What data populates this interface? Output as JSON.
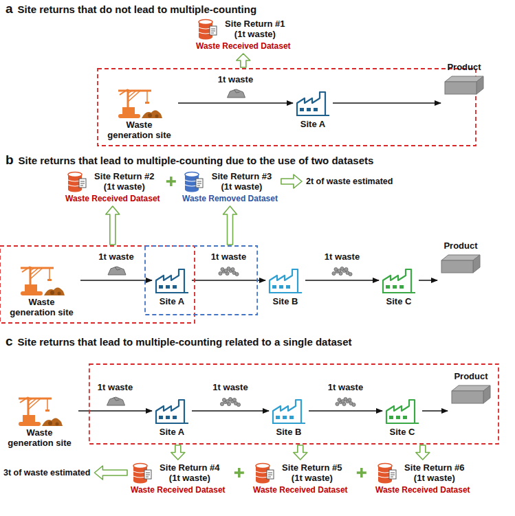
{
  "diagram": {
    "nodes": [
      {
        "text": [
          "Waste generation site"
        ]
      },
      {
        "text": [
          "Site A"
        ]
      },
      {
        "text": [
          "Product"
        ]
      },
      {
        "text": [
          "Site Return #1 (1t waste)",
          "Waste Received Dataset"
        ]
      },
      {
        "text": [
          "Site Return #2 (1t waste)",
          "Waste Received Dataset"
        ]
      },
      {
        "text": [
          "Site Return #3 (1t waste)",
          "Waste Removed Dataset"
        ]
      },
      {
        "text": [
          "Waste generation site"
        ]
      },
      {
        "text": [
          "Site A"
        ]
      },
      {
        "text": [
          "Site B"
        ]
      },
      {
        "text": [
          "Site C"
        ]
      },
      {
        "text": [
          "Product"
        ]
      },
      {
        "text": [
          "Waste generation site"
        ]
      },
      {
        "text": [
          "Site A"
        ]
      },
      {
        "text": [
          "Site B"
        ]
      },
      {
        "text": [
          "Site C"
        ]
      },
      {
        "text": [
          "Product"
        ]
      },
      {
        "text": [
          "Site Return #4 (1t waste)",
          "Waste Received Dataset"
        ]
      },
      {
        "text": [
          "Site Return #5 (1t waste)",
          "Waste Received Dataset"
        ]
      },
      {
        "text": [
          "Site Return #6 (1t waste)",
          "Waste Received Dataset"
        ]
      }
    ],
    "edges": [
      {
        "from": 0,
        "to": 1,
        "label": "1t waste",
        "arrow": "to"
      },
      {
        "from": 1,
        "to": 2,
        "arrow": "to"
      },
      {
        "from": 6,
        "to": 7,
        "label": "1t waste",
        "arrow": "to"
      },
      {
        "from": 7,
        "to": 8,
        "label": "1t waste",
        "arrow": "to"
      },
      {
        "from": 8,
        "to": 9,
        "label": "1t waste",
        "arrow": "to"
      },
      {
        "from": 9,
        "to": 10,
        "arrow": "to"
      },
      {
        "from": 11,
        "to": 12,
        "label": "1t waste",
        "arrow": "to"
      },
      {
        "from": 12,
        "to": 13,
        "label": "1t waste",
        "arrow": "to"
      },
      {
        "from": 13,
        "to": 14,
        "label": "1t waste",
        "arrow": "to"
      },
      {
        "from": 14,
        "to": 15,
        "arrow": "to"
      }
    ],
    "labels": [
      "a",
      "Site returns that do not lead to multiple-counting",
      "b",
      "Site returns that lead to multiple-counting due to the use of two datasets",
      "c",
      "Site returns that lead to multiple-counting related to a single dataset",
      "2t of waste estimated",
      "3t of waste estimated"
    ]
  }
}
